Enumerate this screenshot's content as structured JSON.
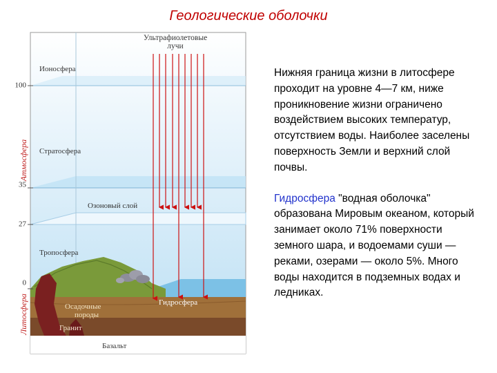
{
  "slide": {
    "title": "Геологические оболочки"
  },
  "diagram": {
    "uv_label_line1": "Ультрафиолетовые",
    "uv_label_line2": "лучи",
    "layers": {
      "ionosphere": "Ионосфера",
      "stratosphere": "Стратосфера",
      "ozone": "Озоновый слой",
      "troposphere": "Тропосфера",
      "sedimentary_line1": "Осадочные",
      "sedimentary_line2": "породы",
      "granite": "Гранит",
      "basalt": "Базальт",
      "hydrosphere": "Гидросфера"
    },
    "side_labels": {
      "atmosphere": "Атмосфера",
      "lithosphere": "Литосфера"
    },
    "altitudes": [
      "100",
      "35",
      "27",
      "0"
    ]
  },
  "text": {
    "paragraph1": "Нижняя граница жизни в литосфере проходит на уровне 4—7 км, ниже проникновение жизни ограничено воздействием высоких температур, отсутствием воды. Наиболее заселены поверхность Земли и верхний слой почвы.",
    "hydro_term": "Гидросфера",
    "paragraph2_rest": " \"водная оболочка\" образована Мировым океаном, который занимает около 71% поверхности земного шара, и водоемами суши — реками, озерами — около 5%. Много воды находится в подземных водах и ледниках."
  },
  "colors": {
    "title": "#c00000",
    "hydro_term": "#2233cc",
    "uv_arrows": "#cc1111"
  }
}
